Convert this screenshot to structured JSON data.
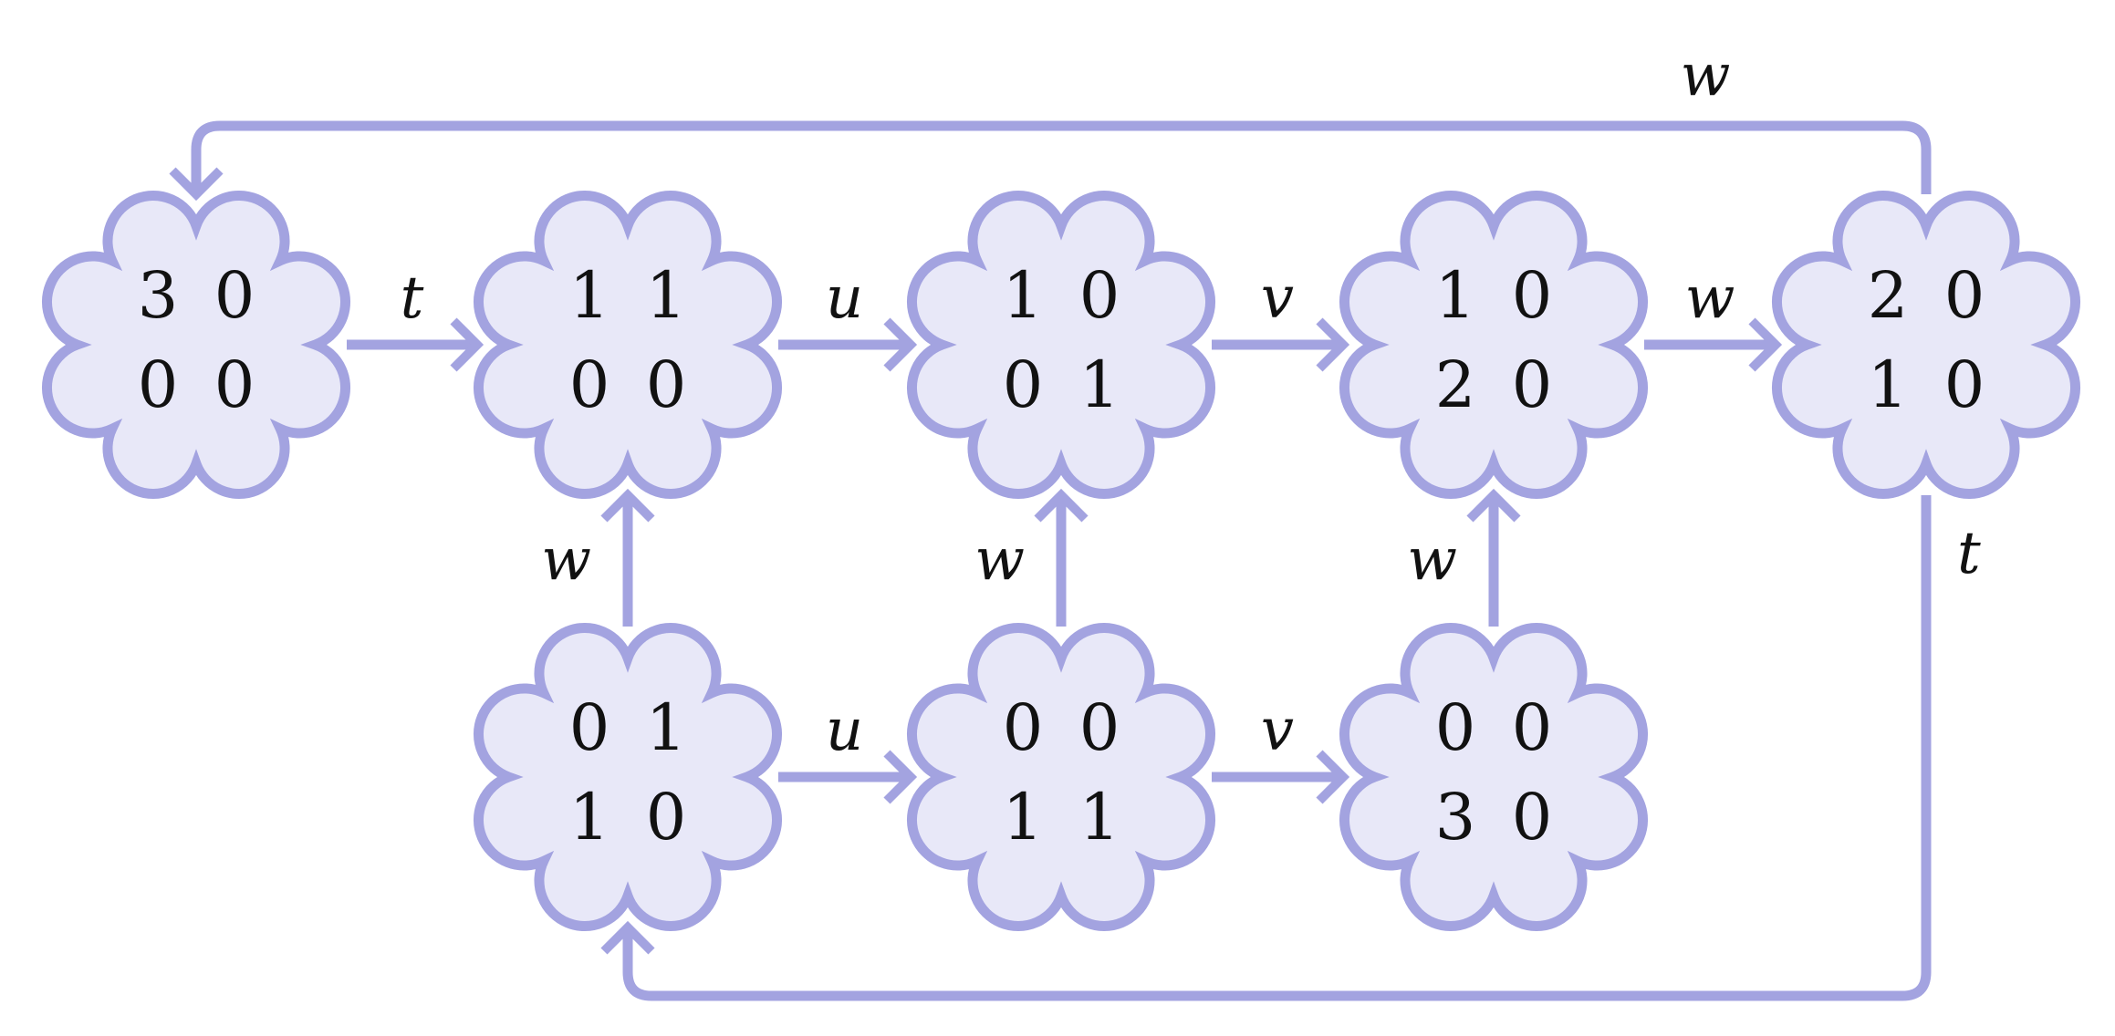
{
  "nodes": [
    {
      "id": "n1",
      "rows": [
        [
          "3",
          "0"
        ],
        [
          "0",
          "0"
        ]
      ]
    },
    {
      "id": "n2",
      "rows": [
        [
          "1",
          "1"
        ],
        [
          "0",
          "0"
        ]
      ]
    },
    {
      "id": "n3",
      "rows": [
        [
          "1",
          "0"
        ],
        [
          "0",
          "1"
        ]
      ]
    },
    {
      "id": "n4",
      "rows": [
        [
          "1",
          "0"
        ],
        [
          "2",
          "0"
        ]
      ]
    },
    {
      "id": "n5",
      "rows": [
        [
          "2",
          "0"
        ],
        [
          "1",
          "0"
        ]
      ]
    },
    {
      "id": "n6",
      "rows": [
        [
          "0",
          "1"
        ],
        [
          "1",
          "0"
        ]
      ]
    },
    {
      "id": "n7",
      "rows": [
        [
          "0",
          "0"
        ],
        [
          "1",
          "1"
        ]
      ]
    },
    {
      "id": "n8",
      "rows": [
        [
          "0",
          "0"
        ],
        [
          "3",
          "0"
        ]
      ]
    }
  ],
  "edges": [
    {
      "id": "e1",
      "from": "n1",
      "to": "n2",
      "label": "t"
    },
    {
      "id": "e2",
      "from": "n2",
      "to": "n3",
      "label": "u"
    },
    {
      "id": "e3",
      "from": "n3",
      "to": "n4",
      "label": "v"
    },
    {
      "id": "e4",
      "from": "n4",
      "to": "n5",
      "label": "w"
    },
    {
      "id": "e5",
      "from": "n6",
      "to": "n7",
      "label": "u"
    },
    {
      "id": "e6",
      "from": "n7",
      "to": "n8",
      "label": "v"
    },
    {
      "id": "e7",
      "from": "n6",
      "to": "n2",
      "label": "w"
    },
    {
      "id": "e8",
      "from": "n7",
      "to": "n3",
      "label": "w"
    },
    {
      "id": "e9",
      "from": "n8",
      "to": "n4",
      "label": "w"
    },
    {
      "id": "e10",
      "from": "n5",
      "to": "n1",
      "label": "w"
    },
    {
      "id": "e11",
      "from": "n5",
      "to": "n6",
      "label": "t"
    }
  ],
  "colors": {
    "stroke": "#a3a3e0",
    "fill": "#e8e8f8",
    "text": "#111111"
  }
}
